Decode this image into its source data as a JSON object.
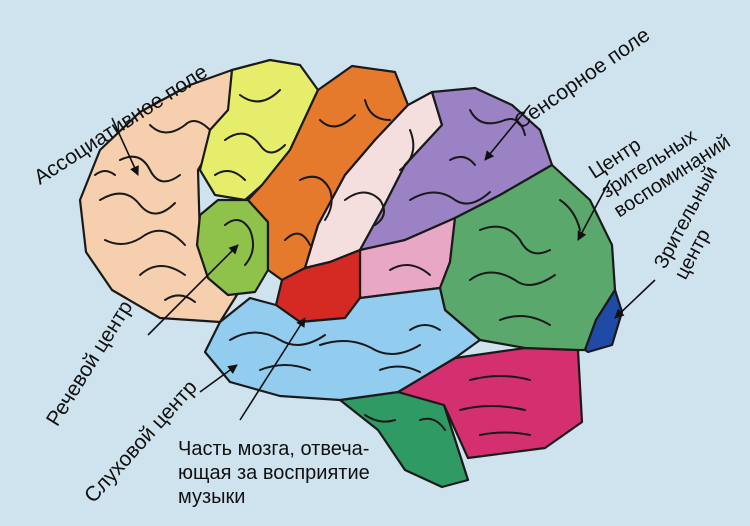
{
  "labels": {
    "associative": "Ассоциативное поле",
    "sensory": "Сенсорное поле",
    "visual_memory": [
      "Центр",
      "зрительных",
      "воспоминаний"
    ],
    "visual_center": [
      "Зрительный",
      "центр"
    ],
    "speech": "Речевой центр",
    "auditory": "Слуховой центр",
    "music": [
      "Часть мозга, отвеча-",
      "ющая за восприятие",
      "музыки"
    ]
  },
  "colors": {
    "background": "#cfe3ef",
    "associative": "#f6cfae",
    "yellow": "#e5ed6a",
    "speech": "#8fc24a",
    "orange": "#e57a2d",
    "pale_pink": "#f4dede",
    "sensory": "#9a82c4",
    "pink": "#e8a7c4",
    "music": "#d52a24",
    "auditory": "#92cdef",
    "visual_memory": "#5aa86b",
    "visual_center": "#1f4ba6",
    "cerebellum": "#d4306f",
    "brainstem": "#2f9a63"
  }
}
